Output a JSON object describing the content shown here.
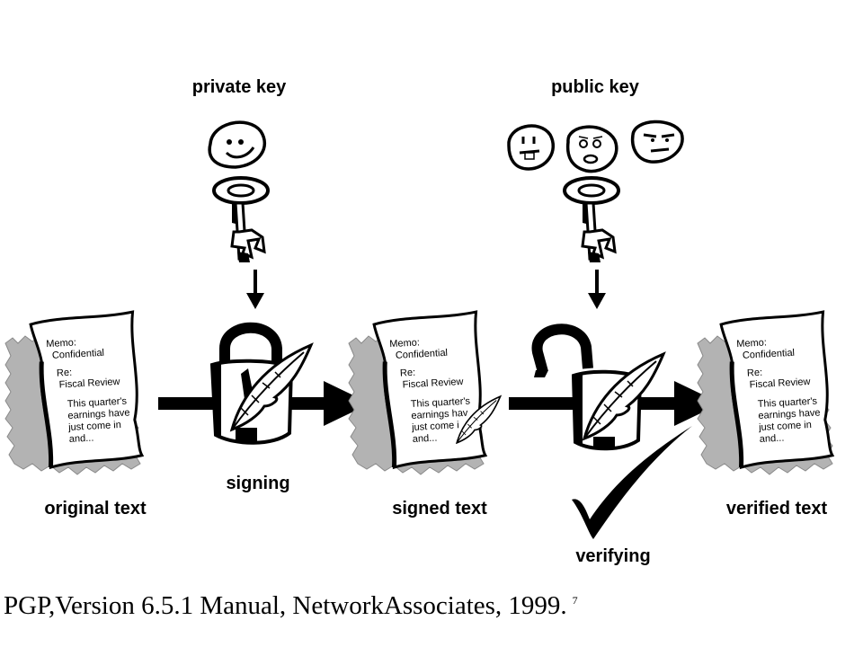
{
  "labels": {
    "private_key": "private key",
    "public_key": "public key",
    "signing": "signing",
    "verifying": "verifying",
    "original_text": "original text",
    "signed_text": "signed text",
    "verified_text": "verified text"
  },
  "memo": {
    "line1": "Memo:",
    "line2": "Confidential",
    "line3": "Re:",
    "line4": "Fiscal Review",
    "line5": "This quarter's",
    "line6": "earnings have",
    "line7": "just come in",
    "line8": "and..."
  },
  "memo_signed": {
    "line1": "Memo:",
    "line2": "Confidential",
    "line3": "Re:",
    "line4": "Fiscal Review",
    "line5": "This quarter's",
    "line6": "earnings hav",
    "line7": "just come i",
    "line8": "and..."
  },
  "caption": {
    "text": "PGP,Version 6.5.1 Manual, NetworkAssociates, 1999.",
    "page": "7"
  }
}
